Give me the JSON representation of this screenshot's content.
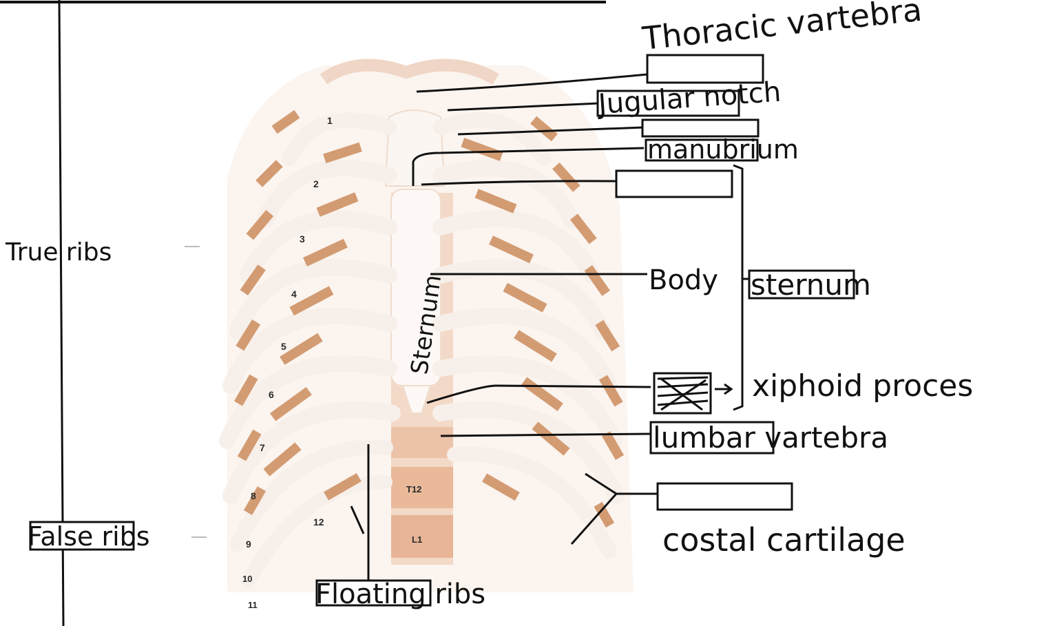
{
  "colors": {
    "bone": "#f6ede6",
    "cartilage": "#d7a27a",
    "sternum_segment": "#e9c2a8",
    "spine": "#f1d1bd",
    "ink": "#111111",
    "background": "#ffffff"
  },
  "rib_numbers": [
    "1",
    "2",
    "3",
    "4",
    "5",
    "6",
    "7",
    "8",
    "9",
    "10",
    "11",
    "12"
  ],
  "vertebra_labels": {
    "t12": "T12",
    "l1": "L1"
  },
  "handwritten": {
    "thoracic_vertebra": "Thoracic vartebra",
    "jugular_notch": "Jugular notch",
    "manubrium": "manubrium",
    "body": "Body",
    "sternum": "sternum",
    "sternum_vertical": "Sternum",
    "xiphoid_process": "xiphoid proces",
    "lumbar_vertebra": "lumbar vartebra",
    "costal_cartilage": "costal cartilage",
    "true_ribs": "True ribs",
    "false_ribs": "False ribs",
    "floating_ribs": "Floating ribs"
  }
}
